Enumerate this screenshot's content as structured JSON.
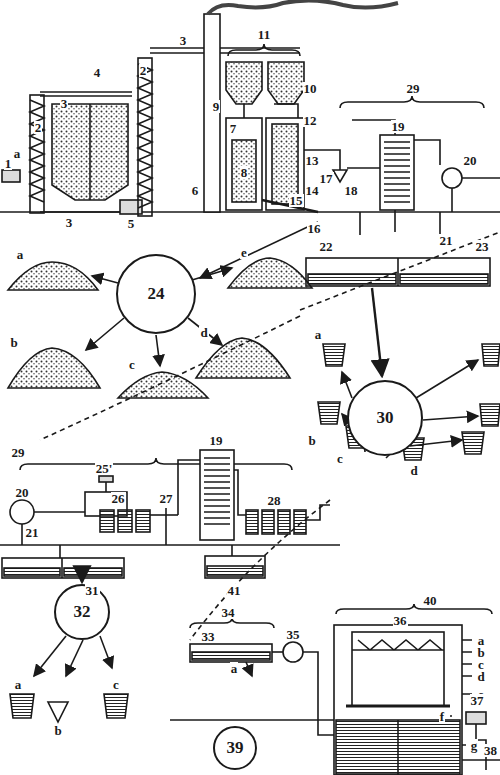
{
  "diagram": {
    "nodes": [
      {
        "text": [
          "24"
        ]
      },
      {
        "text": [
          "30"
        ]
      },
      {
        "text": [
          "32"
        ]
      },
      {
        "text": [
          "39"
        ]
      }
    ],
    "labels": [
      "1",
      "a",
      "2",
      "3",
      "4",
      "2",
      "3",
      "3",
      "5",
      "6",
      "11",
      "10",
      "9",
      "7",
      "8",
      "12",
      "13",
      "17",
      "14",
      "15",
      "16",
      "18",
      "29",
      "19",
      "20",
      "21",
      "22",
      "23",
      "a",
      "e",
      "b",
      "c",
      "d",
      "a",
      "b",
      "c",
      "d",
      "29",
      "25'",
      "26",
      "27",
      "19",
      "28",
      "20",
      "21",
      "31",
      "41",
      "a",
      "b",
      "c",
      "34",
      "33",
      "a",
      "35",
      "40",
      "36",
      "a",
      "b",
      "c",
      "d",
      "e",
      "f",
      "g",
      "37",
      "38"
    ]
  }
}
